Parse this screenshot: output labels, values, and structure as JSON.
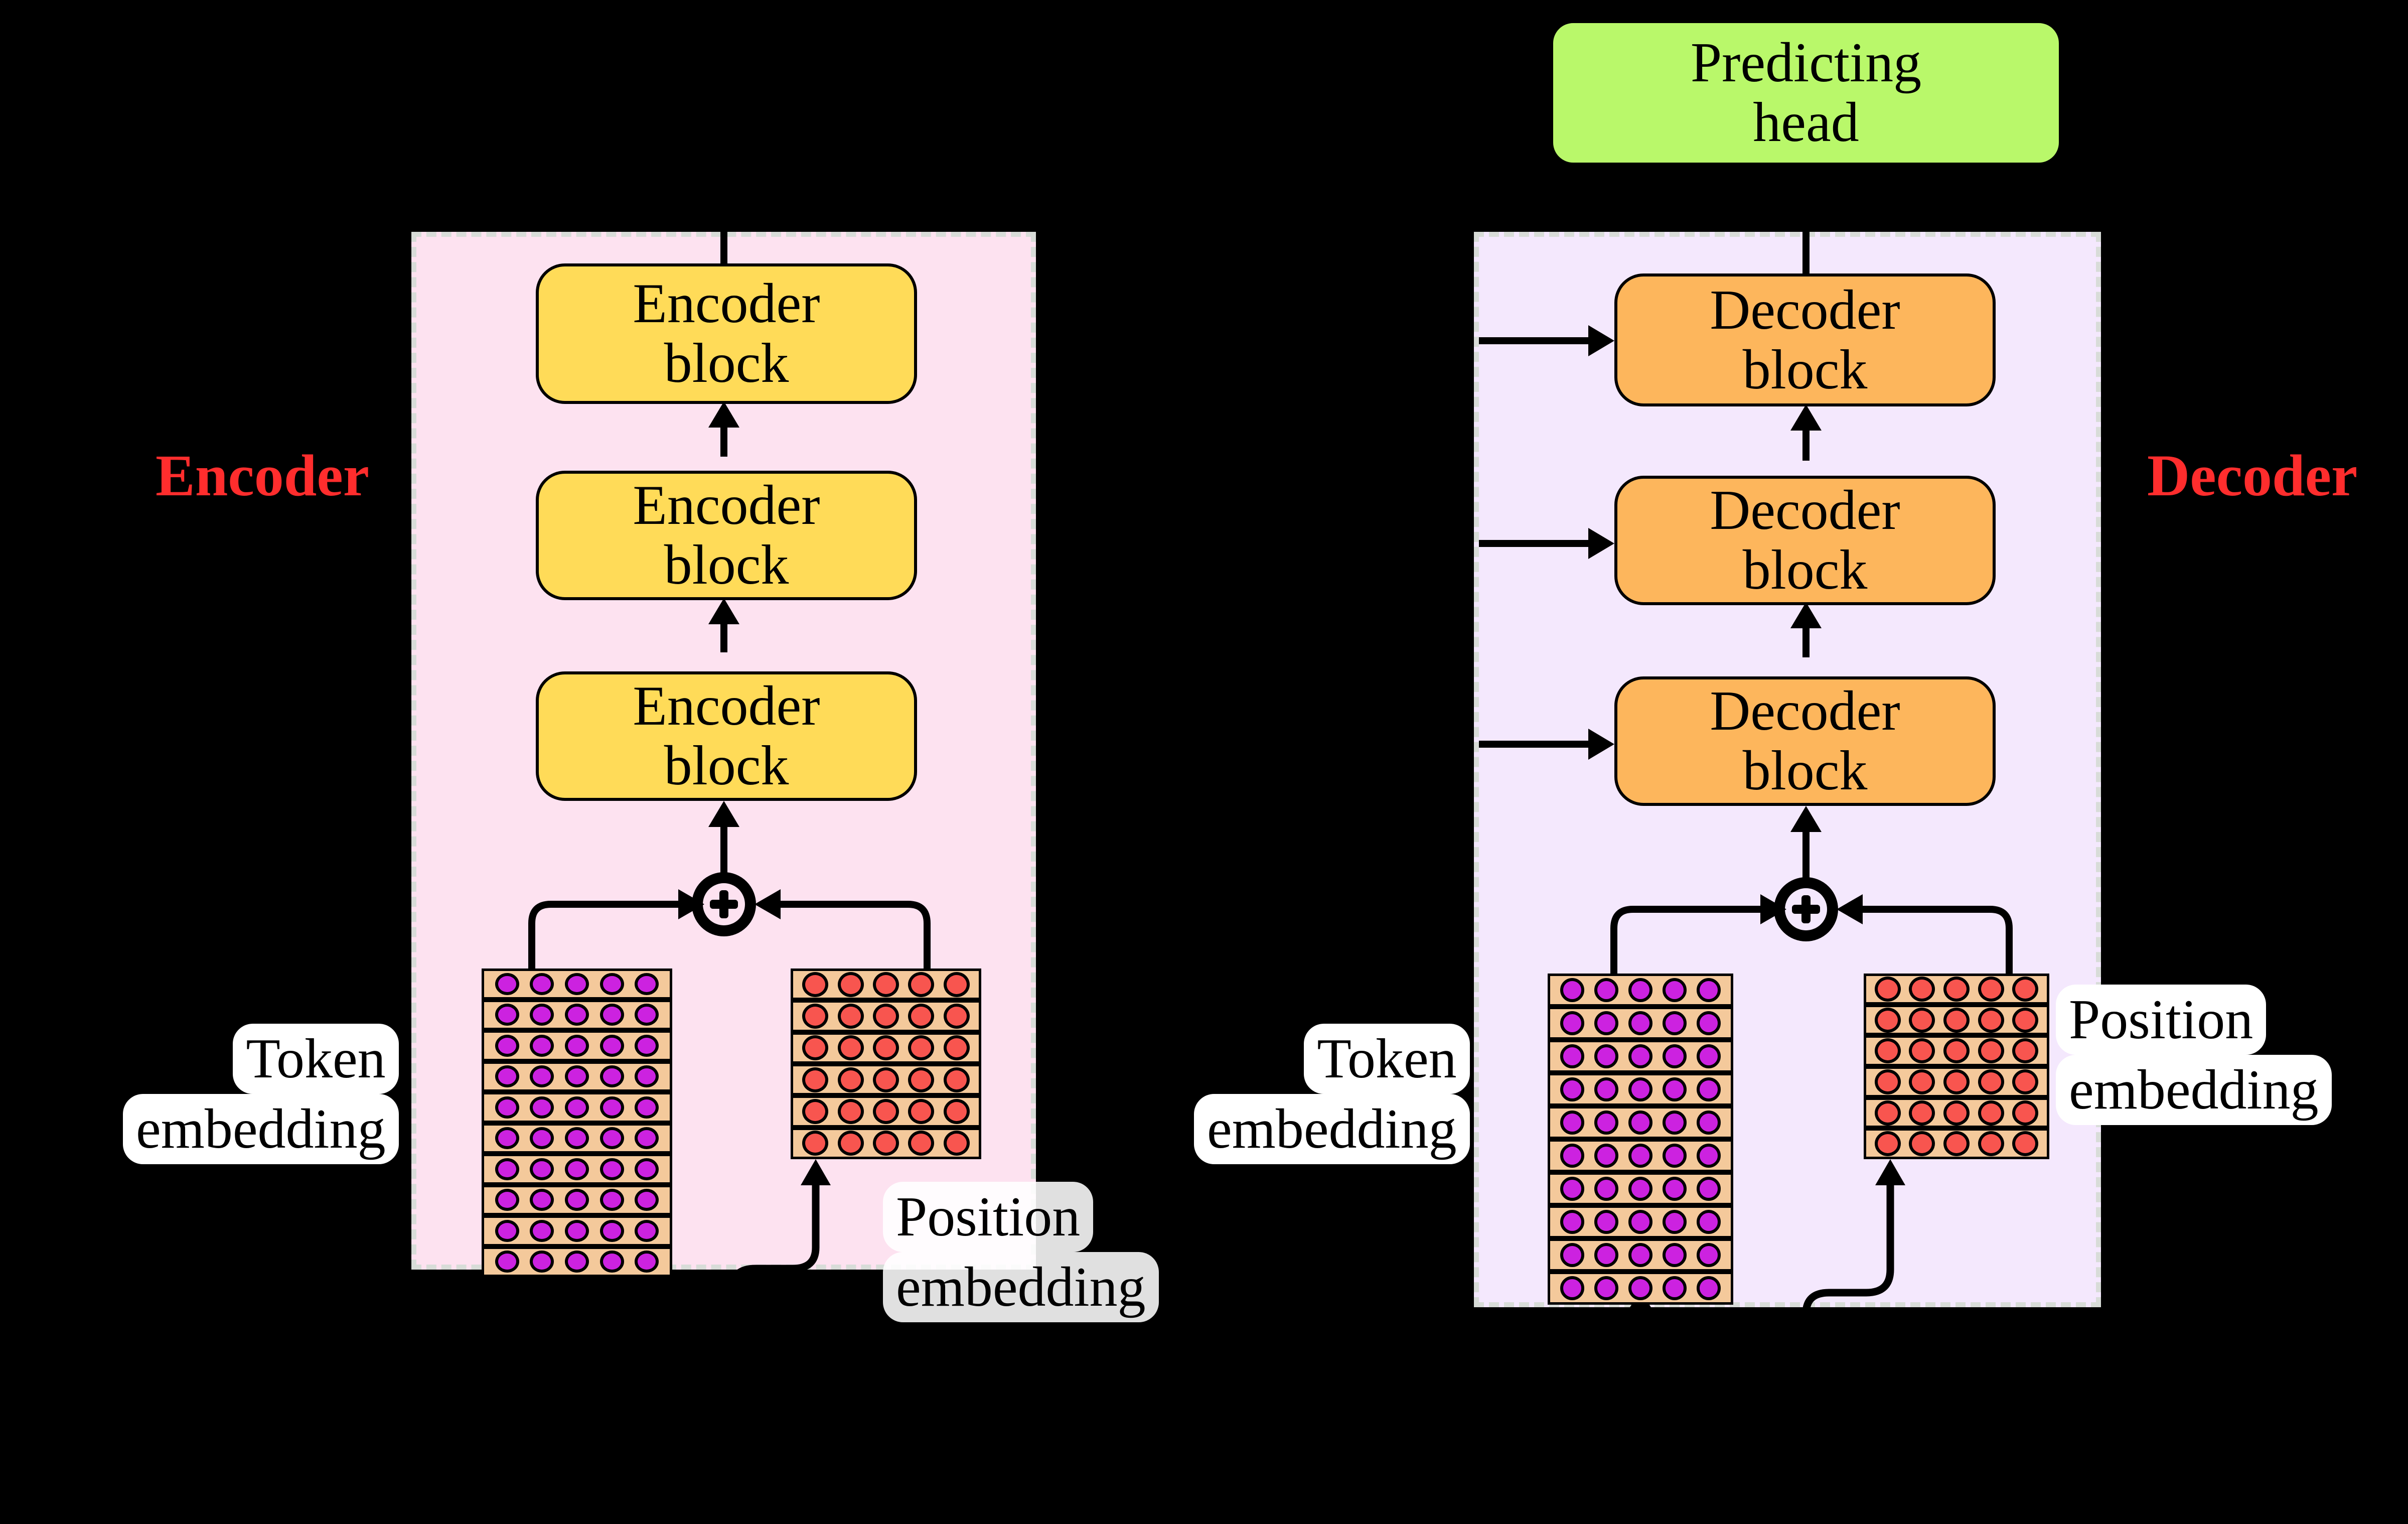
{
  "diagram": {
    "title_hidden": "",
    "predicting_head": {
      "line1": "Predicting",
      "line2": "head"
    },
    "encoder": {
      "side_label": "Encoder",
      "blocks": [
        {
          "line1": "Encoder",
          "line2": "block"
        },
        {
          "line1": "Encoder",
          "line2": "block"
        },
        {
          "line1": "Encoder",
          "line2": "block"
        }
      ],
      "plus_symbol": "+",
      "token_embedding": {
        "label_line1": "Token",
        "label_line2": "embedding",
        "rows": 10,
        "cols": 5,
        "dot_color": "#cc22e0",
        "cell_color": "#f4c99b"
      },
      "position_embedding": {
        "label_line1": "Position",
        "label_line2": "embedding",
        "rows": 6,
        "cols": 5,
        "dot_color": "#f8554f",
        "cell_color": "#f4c99b"
      },
      "panel_color": "#fde2f0",
      "block_color": "#ffdb58"
    },
    "decoder": {
      "side_label": "Decoder",
      "blocks": [
        {
          "line1": "Decoder",
          "line2": "block"
        },
        {
          "line1": "Decoder",
          "line2": "block"
        },
        {
          "line1": "Decoder",
          "line2": "block"
        }
      ],
      "plus_symbol": "+",
      "token_embedding": {
        "label_line1": "Token",
        "label_line2": "embedding",
        "rows": 10,
        "cols": 5,
        "dot_color": "#cc22e0",
        "cell_color": "#f4c99b"
      },
      "position_embedding": {
        "label_line1": "Position",
        "label_line2": "embedding",
        "rows": 6,
        "cols": 5,
        "dot_color": "#f8554f",
        "cell_color": "#f4c99b"
      },
      "panel_color": "#f4e8fd",
      "block_color": "#fdb65c"
    },
    "colors": {
      "background": "#000000",
      "label_red": "#ff2d2d",
      "predicting_head_green": "#b9f86a",
      "border_dashed": "#d8dcd8"
    }
  }
}
